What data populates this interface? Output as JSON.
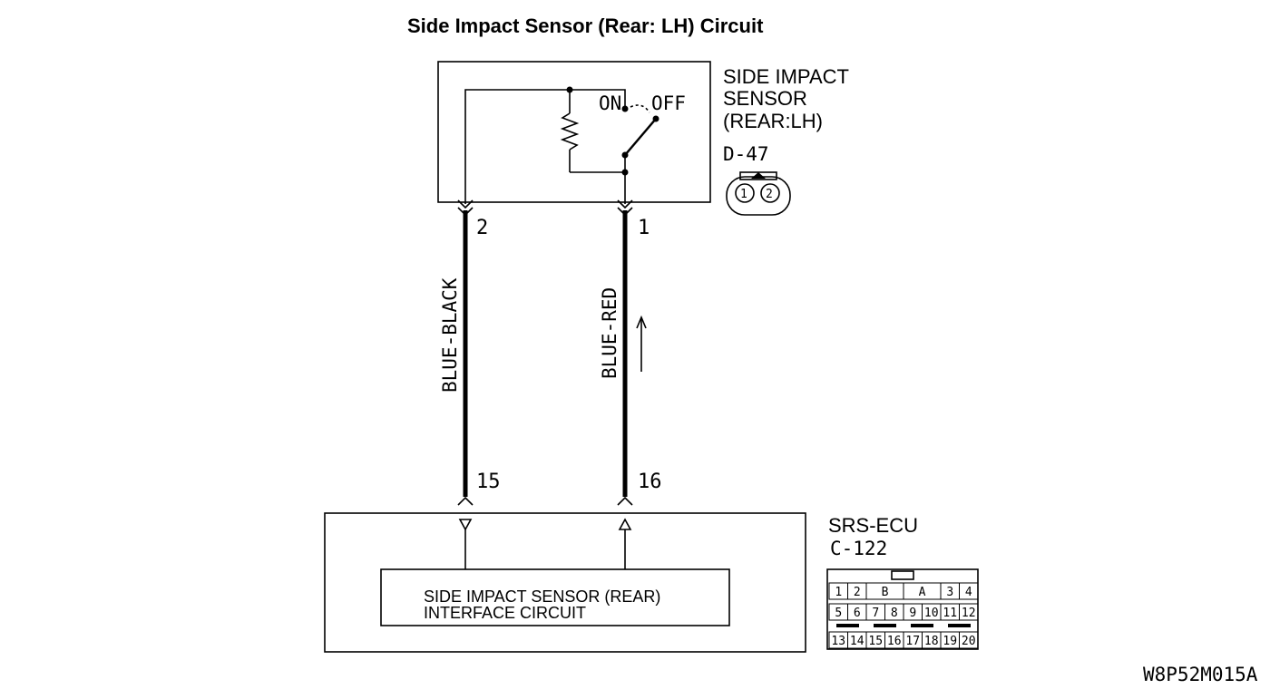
{
  "title": "Side Impact Sensor (Rear: LH) Circuit",
  "sensor": {
    "name_lines": [
      "SIDE IMPACT",
      "SENSOR",
      "(REAR:LH)"
    ],
    "connector_id": "D-47",
    "switch_on": "ON",
    "switch_off": "OFF",
    "connector_pins": [
      "1",
      "2"
    ]
  },
  "wires": [
    {
      "color": "BLUE-BLACK",
      "sensor_pin": "2",
      "ecu_pin": "15"
    },
    {
      "color": "BLUE-RED",
      "sensor_pin": "1",
      "ecu_pin": "16"
    }
  ],
  "ecu": {
    "name": "SRS-ECU",
    "connector_id": "C-122",
    "interface_lines": [
      "SIDE IMPACT SENSOR (REAR)",
      "INTERFACE CIRCUIT"
    ],
    "connector_top_row": [
      "1",
      "2",
      "B",
      "A",
      "3",
      "4"
    ],
    "connector_mid_row": [
      "5",
      "6",
      "7",
      "8",
      "9",
      "10",
      "11",
      "12"
    ],
    "connector_bottom_row": [
      "13",
      "14",
      "15",
      "16",
      "17",
      "18",
      "19",
      "20"
    ]
  },
  "figure_code": "W8P52M015A"
}
